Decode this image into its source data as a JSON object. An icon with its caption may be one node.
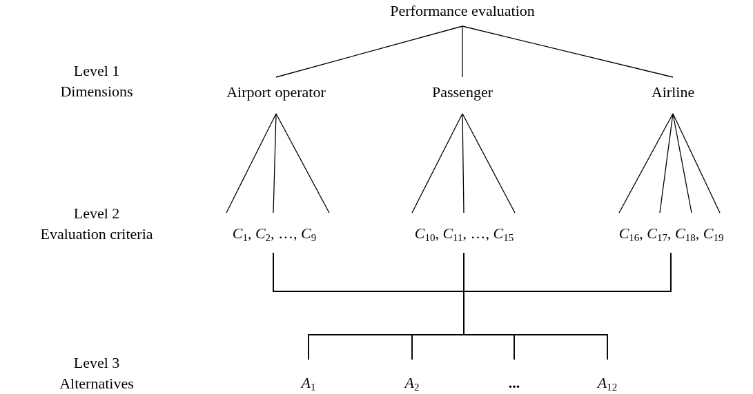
{
  "diagram": {
    "nodes": [
      {
        "text": [
          "Performance evaluation"
        ]
      },
      {
        "text": [
          "Airport operator"
        ]
      },
      {
        "text": [
          "Passenger"
        ]
      },
      {
        "text": [
          "Airline"
        ]
      },
      {
        "text": [
          "*C*$_{1}$, *C*$_{2}$, …, *C*$_{9}$"
        ]
      },
      {
        "text": [
          "*C*$_{10}$, *C*$_{11}$, …, *C*$_{15}$"
        ]
      },
      {
        "text": [
          "*C*$_{16}$, *C*$_{17}$, *C*$_{18}$, *C*$_{19}$"
        ]
      },
      {
        "text": [
          "*A*$_{1}$"
        ]
      },
      {
        "text": [
          "*A*$_{2}$"
        ]
      },
      {
        "text": [
          "..."
        ]
      },
      {
        "text": [
          "*A*$_{12}$"
        ]
      }
    ],
    "edges": [
      {
        "from": 0,
        "to": 1,
        "arrow": "none"
      },
      {
        "from": 0,
        "to": 2,
        "arrow": "none"
      },
      {
        "from": 0,
        "to": 3,
        "arrow": "none"
      },
      {
        "from": 1,
        "to": 4,
        "arrow": "none"
      },
      {
        "from": 1,
        "to": 4,
        "arrow": "none"
      },
      {
        "from": 1,
        "to": 4,
        "arrow": "none"
      },
      {
        "from": 2,
        "to": 5,
        "arrow": "none"
      },
      {
        "from": 2,
        "to": 5,
        "arrow": "none"
      },
      {
        "from": 2,
        "to": 5,
        "arrow": "none"
      },
      {
        "from": 3,
        "to": 6,
        "arrow": "none"
      },
      {
        "from": 3,
        "to": 6,
        "arrow": "none"
      },
      {
        "from": 3,
        "to": 6,
        "arrow": "none"
      },
      {
        "from": 3,
        "to": 6,
        "arrow": "none"
      },
      {
        "from": 4,
        "to": 7,
        "arrow": "none"
      },
      {
        "from": 4,
        "to": 8,
        "arrow": "none"
      },
      {
        "from": 4,
        "to": 9,
        "arrow": "none"
      },
      {
        "from": 4,
        "to": 10,
        "arrow": "none"
      },
      {
        "from": 5,
        "to": 7,
        "arrow": "none"
      },
      {
        "from": 5,
        "to": 8,
        "arrow": "none"
      },
      {
        "from": 5,
        "to": 9,
        "arrow": "none"
      },
      {
        "from": 5,
        "to": 10,
        "arrow": "none"
      },
      {
        "from": 6,
        "to": 7,
        "arrow": "none"
      },
      {
        "from": 6,
        "to": 8,
        "arrow": "none"
      },
      {
        "from": 6,
        "to": 9,
        "arrow": "none"
      },
      {
        "from": 6,
        "to": 10,
        "arrow": "none"
      }
    ],
    "labels": [
      "Level 1",
      "Dimensions",
      "Level 2",
      "Evaluation criteria",
      "Level 3",
      "Alternatives"
    ]
  }
}
